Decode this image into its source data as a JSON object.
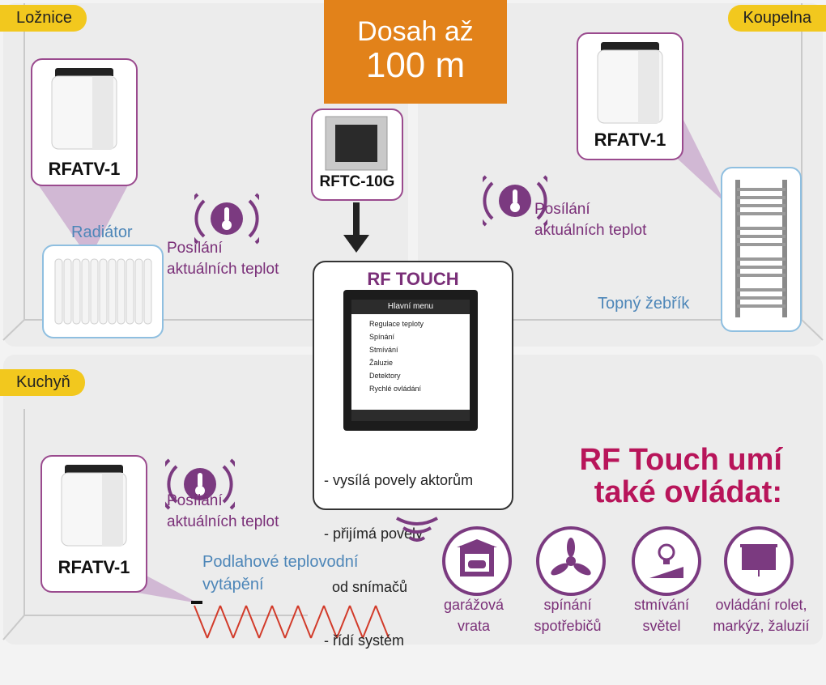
{
  "rooms": {
    "loznice": "Ložnice",
    "koupelna": "Koupelna",
    "kuchyn": "Kuchyň"
  },
  "range": {
    "line1": "Dosah až",
    "line2": "100 m"
  },
  "devices": {
    "rfatv_1": "RFATV-1",
    "rfatv_2": "RFATV-1",
    "rfatv_3": "RFATV-1",
    "rftc": "RFTC-10G"
  },
  "labels": {
    "radiator": "Radiátor",
    "towel": "Topný žebřík",
    "floor_line1": "Podlahové teplovodní",
    "floor_line2": "vytápění"
  },
  "sending": {
    "line1": "Posílání",
    "line2": "aktuálních teplot"
  },
  "rf_touch": {
    "title": "RF TOUCH",
    "menu_title": "Hlavní menu",
    "menu_items": [
      "Regulace teploty",
      "Spínání",
      "Stmívání",
      "Žaluzie",
      "Detektory",
      "Rychlé ovládání"
    ],
    "bullets": [
      "- vysílá povely aktorům",
      "- přijímá povely",
      "  od snímačů",
      "- řídí systém"
    ]
  },
  "also": {
    "line1": "RF Touch umí",
    "line2": "také ovládat:"
  },
  "controls": [
    {
      "icon": "garage-icon",
      "line1": "garážová",
      "line2": "vrata"
    },
    {
      "icon": "fan-icon",
      "line1": "spínání",
      "line2": "spotřebičů"
    },
    {
      "icon": "bulb-dimmer-icon",
      "line1": "stmívání",
      "line2": "světel"
    },
    {
      "icon": "blind-icon",
      "line1": "ovládání rolet,",
      "line2": "markýz, žaluzií"
    }
  ],
  "colors": {
    "accent": "#7a2f78",
    "orange": "#e2821a",
    "yellow": "#f2c81e",
    "blue": "#4d86b8",
    "crimson": "#b8155a"
  }
}
